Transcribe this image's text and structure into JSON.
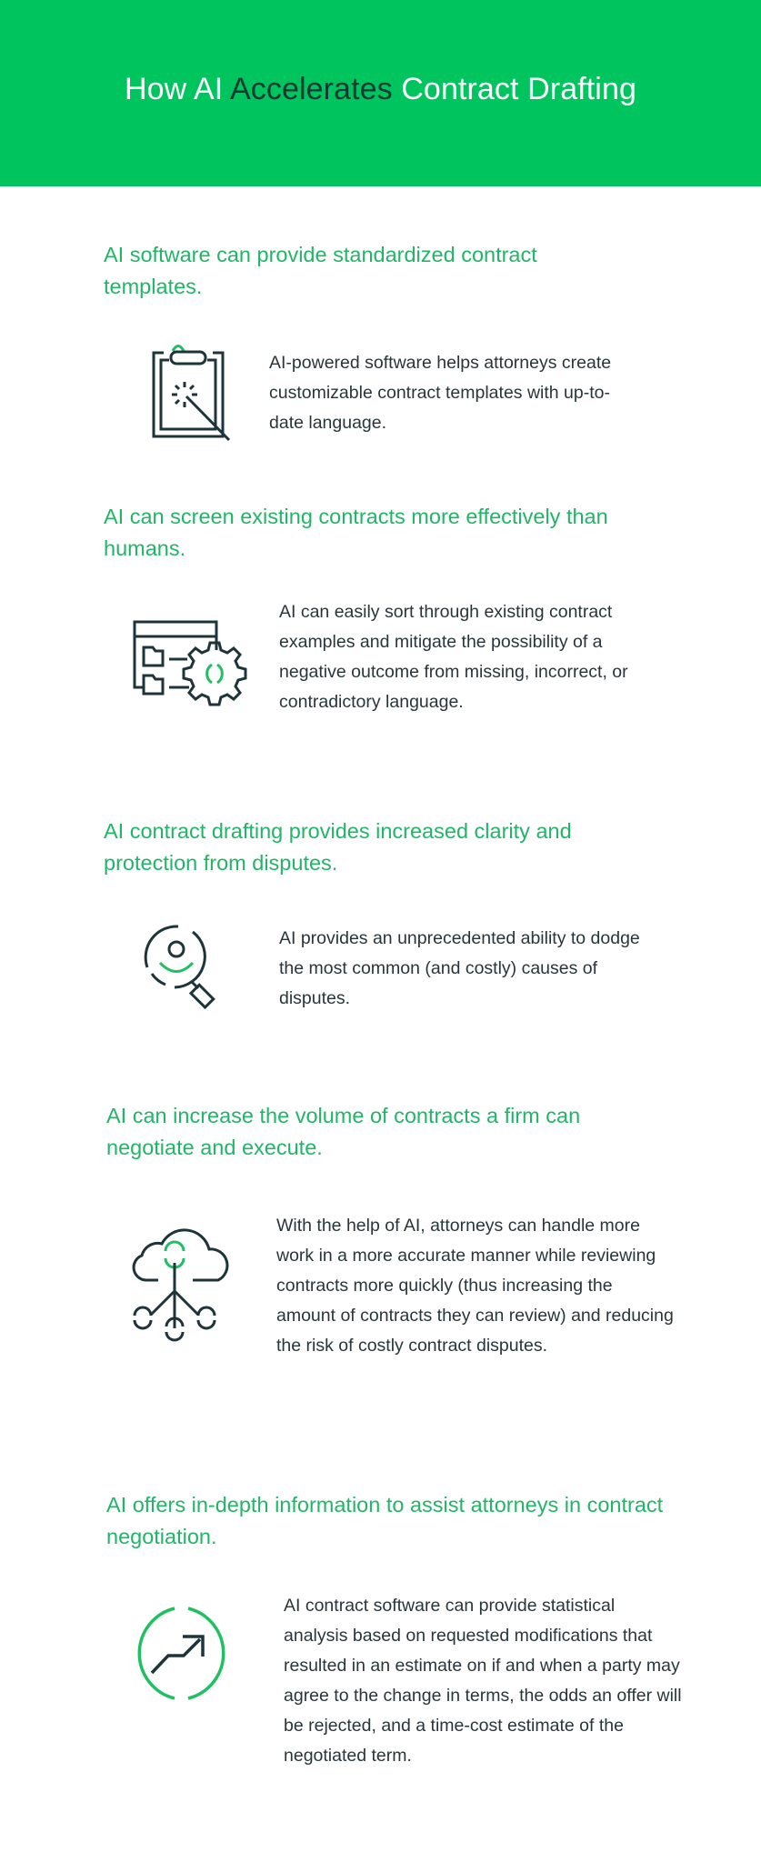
{
  "header": {
    "title_part1": "How AI ",
    "title_accent": "Accelerates",
    "title_part2": " Contract Drafting",
    "background_color": "#00c55e",
    "accent_color": "#0f3a33"
  },
  "colors": {
    "heading": "#22b567",
    "body": "#28363b",
    "icon_dark": "#1c343a",
    "icon_green": "#1fbf62"
  },
  "sections": [
    {
      "heading": "AI software can provide standardized contract templates.",
      "icon": "clipboard-magic-wand-icon",
      "body": "AI-powered software helps attorneys create customizable contract templates with up-to-date language."
    },
    {
      "heading": "AI can screen existing contracts more effectively than humans.",
      "icon": "folders-gear-window-icon",
      "body": "AI can easily sort through existing contract examples and mitigate the possibility of a negative outcome from missing, incorrect, or contradictory language."
    },
    {
      "heading": "AI contract drafting provides increased clarity and protection from disputes.",
      "icon": "magnifier-person-icon",
      "body": "AI provides an unprecedented ability to dodge the most common (and costly) causes of disputes."
    },
    {
      "heading": "AI can increase the volume of contracts a firm can negotiate and execute.",
      "icon": "cloud-network-icon",
      "body": "With the help of AI, attorneys can handle more work in a more accurate manner while reviewing contracts more quickly (thus increasing the amount of contracts they can review) and reducing the risk of costly contract disputes."
    },
    {
      "heading": "AI offers in-depth information to assist attorneys in contract negotiation.",
      "icon": "trend-arrow-circle-icon",
      "body": "AI contract software can provide statistical analysis based on requested modifications that resulted in an estimate on if and when a party may agree to the change in terms, the odds an offer will be rejected, and a time-cost estimate of the negotiated term."
    }
  ]
}
